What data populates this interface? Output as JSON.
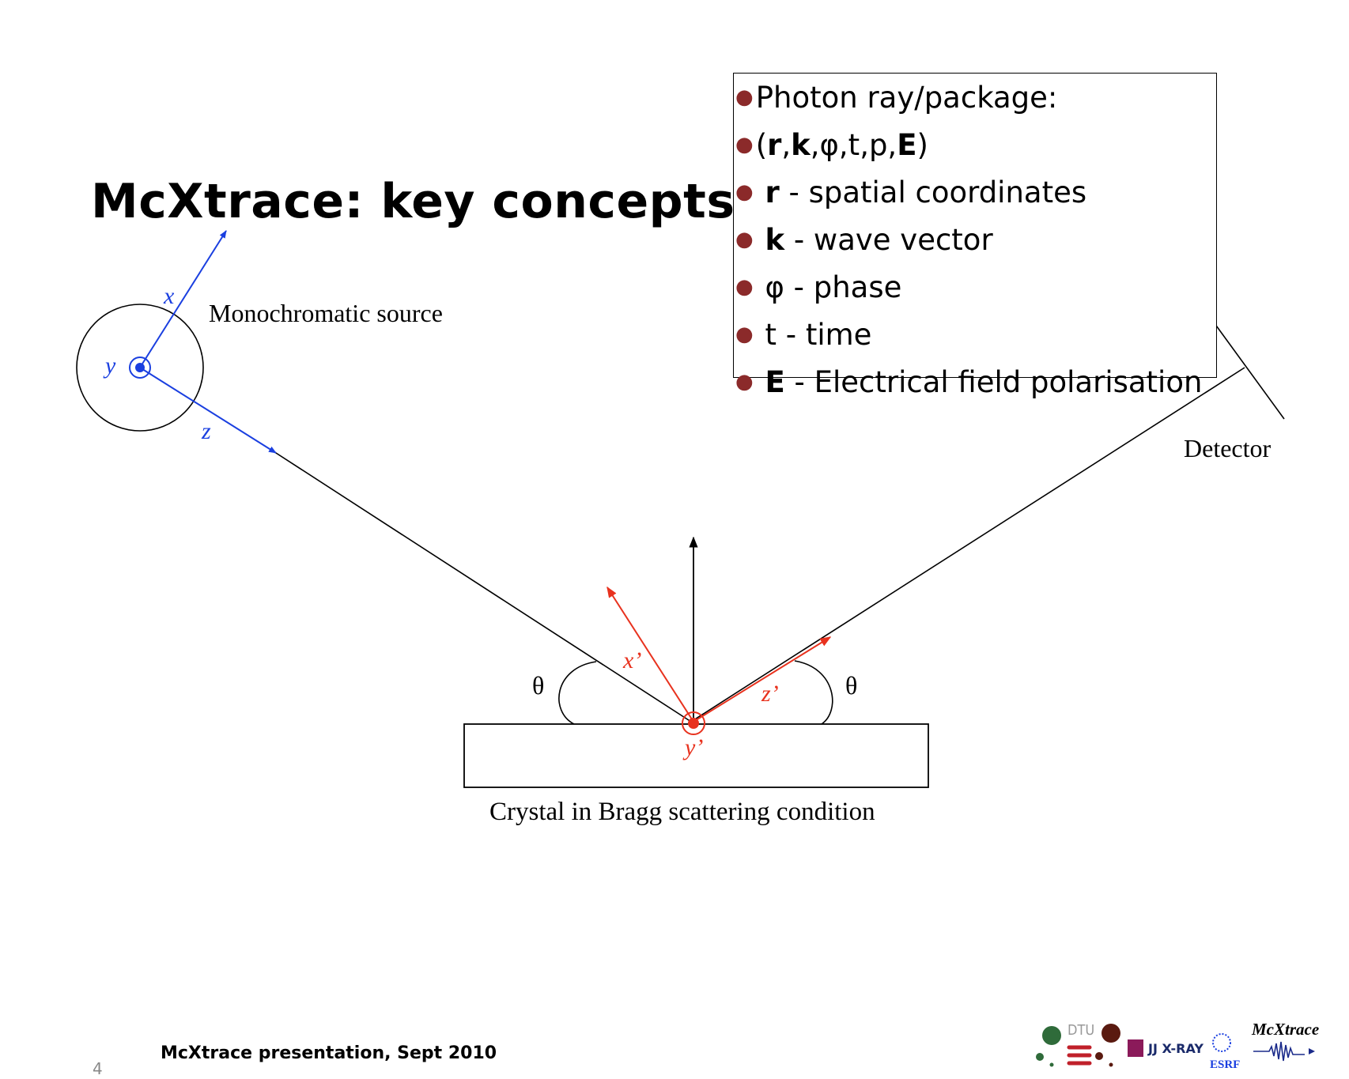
{
  "slide": {
    "title": "McXtrace: key concepts",
    "footer": "McXtrace presentation, Sept 2010",
    "page_number": "4"
  },
  "diagram": {
    "source_label": "Monochromatic source",
    "detector_label": "Detector",
    "crystal_label": "Crystal in Bragg scattering condition",
    "axis_x": "x",
    "axis_y": "y",
    "axis_z": "z",
    "axis_x_prime": "x’",
    "axis_y_prime": "y’",
    "axis_z_prime": "z’",
    "angle_left": "θ",
    "angle_right": "θ",
    "colors": {
      "source_axes": "#1a3fe0",
      "scattered_axes": "#e8321e",
      "lines": "#000000"
    }
  },
  "info_box": {
    "line1": "Photon ray/package:",
    "line2": {
      "open": "(",
      "r": "r",
      "c1": ",",
      "k": "k",
      "mid": ",φ,t,p,",
      "E": "E",
      "close": ")"
    },
    "items": [
      {
        "key": "r",
        "desc": " - spatial coordinates"
      },
      {
        "key": "k",
        "desc": " - wave vector"
      },
      {
        "key": "φ",
        "desc": " - phase"
      },
      {
        "key": "t",
        "desc": " - time"
      },
      {
        "key": "E",
        "desc": " - Electrical field polarisation"
      }
    ],
    "bullet_color": "#8b2a2a"
  },
  "logos": {
    "dtu": "DTU",
    "jj_xray": "JJ X-RAY",
    "esrf": "ESRF",
    "mcxtrace": "McXtrace"
  }
}
